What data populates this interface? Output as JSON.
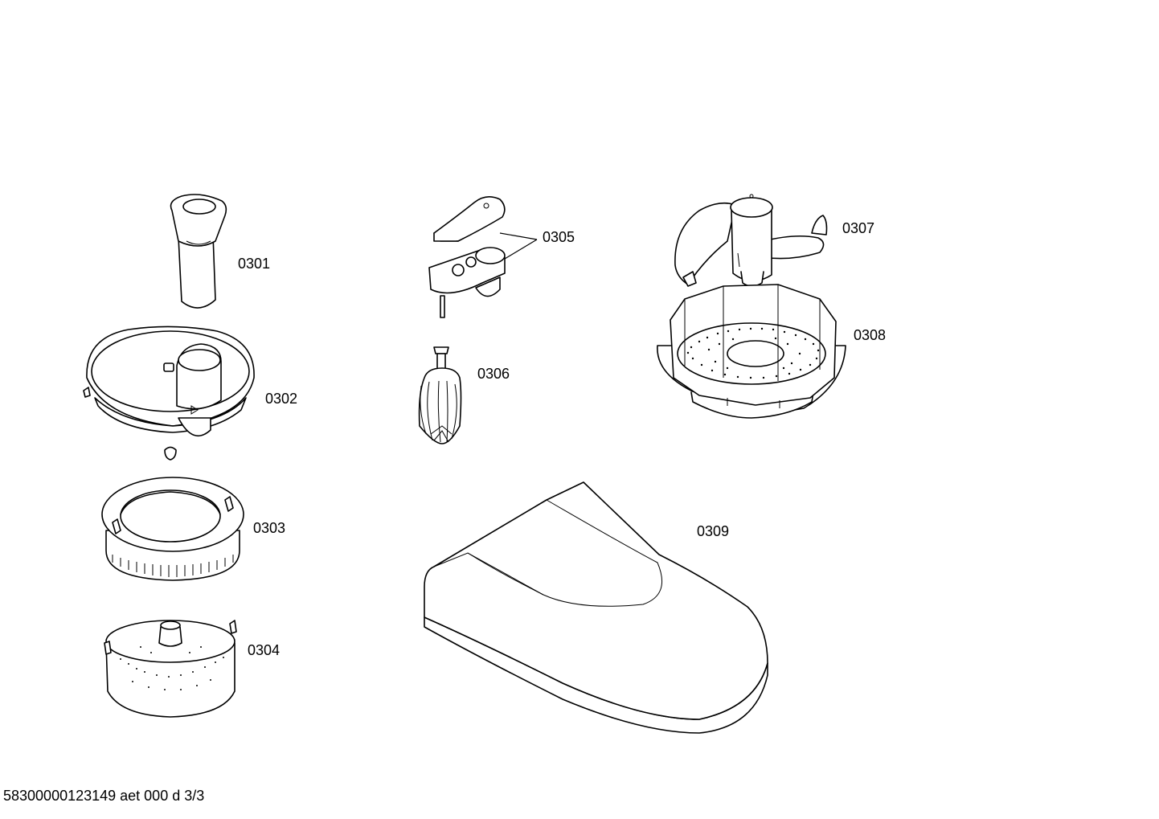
{
  "parts": [
    {
      "id": "p0301",
      "label": "0301"
    },
    {
      "id": "p0302",
      "label": "0302"
    },
    {
      "id": "p0303",
      "label": "0303"
    },
    {
      "id": "p0304",
      "label": "0304"
    },
    {
      "id": "p0305",
      "label": "0305"
    },
    {
      "id": "p0306",
      "label": "0306"
    },
    {
      "id": "p0307",
      "label": "0307"
    },
    {
      "id": "p0308",
      "label": "0308"
    },
    {
      "id": "p0309",
      "label": "0309"
    }
  ],
  "footer": {
    "text": "58300000123149 aet 000 d 3/3"
  }
}
